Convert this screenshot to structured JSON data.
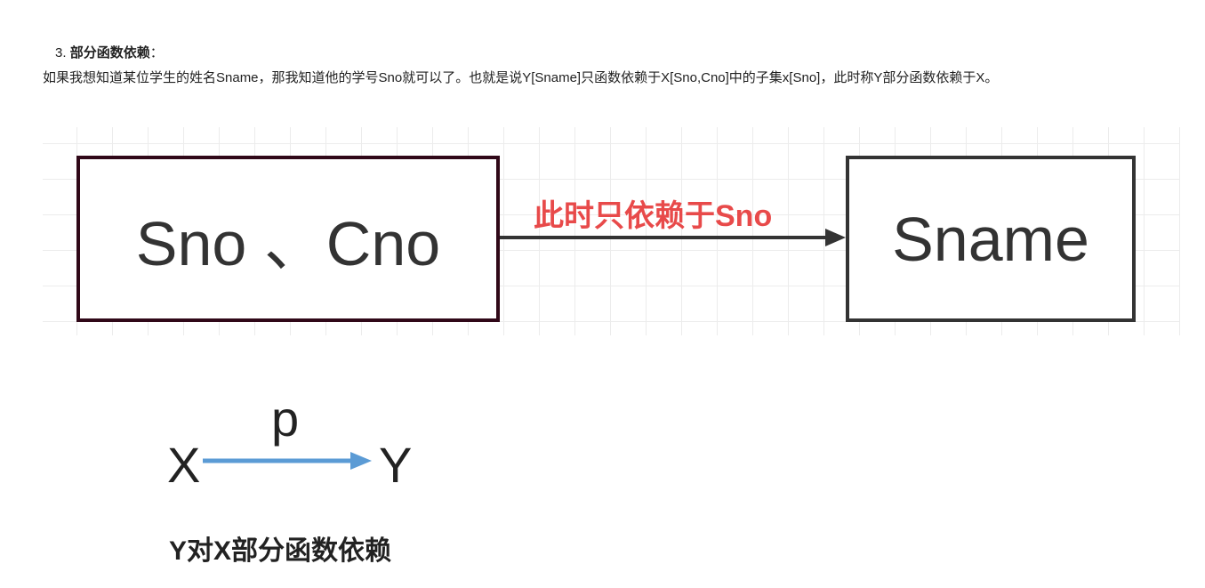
{
  "heading": {
    "number": "3.",
    "title": "部分函数依赖",
    "colon": "："
  },
  "paragraph": "如果我想知道某位学生的姓名Sname，那我知道他的学号Sno就可以了。也就是说Y[Sname]只函数依赖于X[Sno,Cno]中的子集x[Sno]，此时称Y部分函数依赖于X。",
  "diagram": {
    "source": "Sno 、Cno",
    "target": "Sname",
    "arrow_label": "此时只依赖于Sno",
    "label_color": "#e84a4a"
  },
  "notation": {
    "left": "X",
    "right": "Y",
    "over": "p",
    "arrow_color": "#5b9bd5",
    "caption": "Y对X部分函数依赖"
  }
}
